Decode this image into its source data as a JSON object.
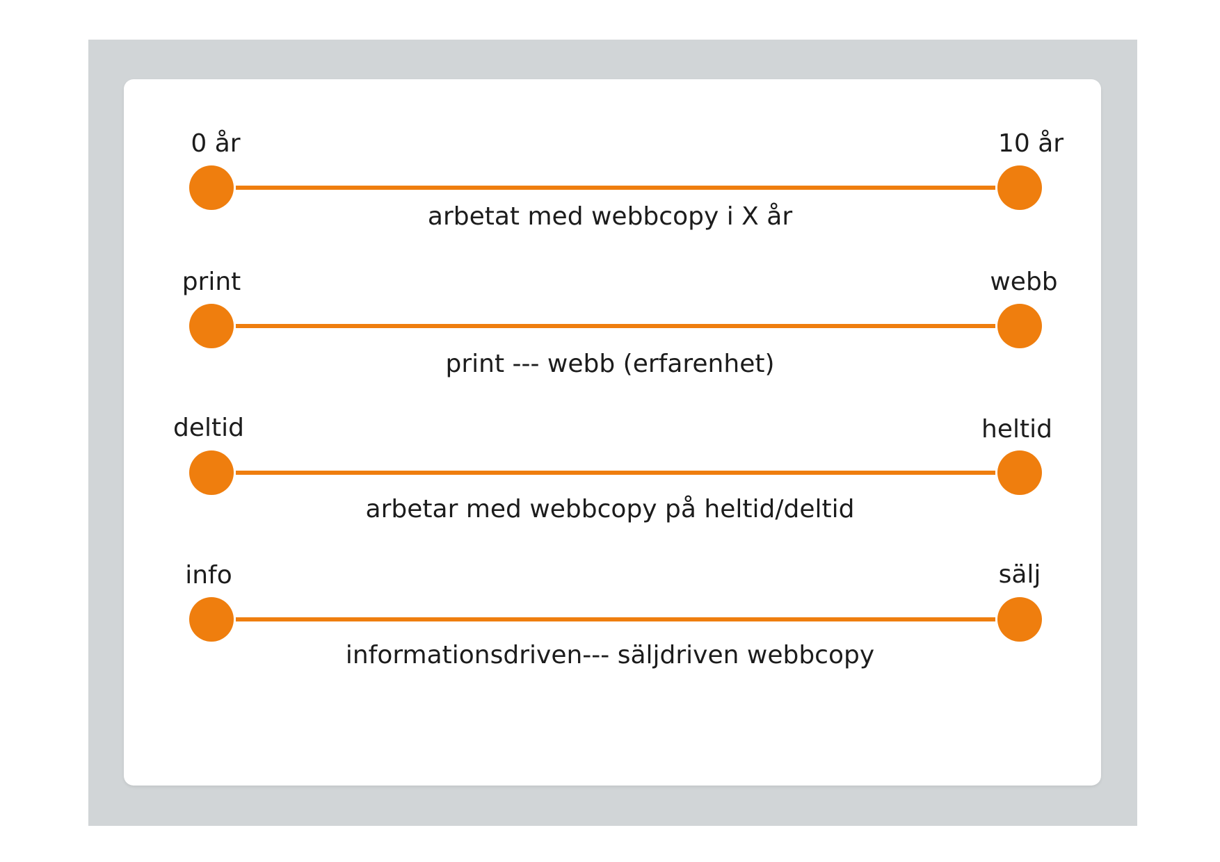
{
  "scales": [
    {
      "left_label": "0 år",
      "right_label": "10 år",
      "caption": "arbetat med webbcopy i X år"
    },
    {
      "left_label": "print",
      "right_label": "webb",
      "caption": "print --- webb (erfarenhet)"
    },
    {
      "left_label": "deltid",
      "right_label": "heltid",
      "caption": "arbetar med webbcopy på heltid/deltid"
    },
    {
      "left_label": "info",
      "right_label": "sälj",
      "caption": "informationsdriven--- säljdriven webbcopy"
    }
  ],
  "colors": {
    "accent": "#ef7e0e",
    "frame": "#d1d5d7",
    "card": "#ffffff",
    "text": "#1c1c1c"
  }
}
